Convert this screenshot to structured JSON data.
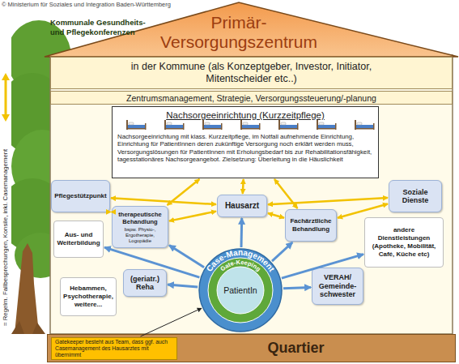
{
  "diagram": {
    "nodes": [
      {
        "text": [
          "Primär-Versorgungszentrum"
        ]
      },
      {
        "text": [
          "in der Kommune (als Konzeptgeber, Investor, Initiator, Mitentscheider etc..)"
        ],
        "in": 0
      },
      {
        "text": [
          "Zentrumsmanagement, Strategie, Versorgungssteuerung/-planung"
        ],
        "in": 0
      },
      {
        "text": [
          "Nachsorgeeinrichtung (Kurzzeitpflege)",
          "Nachsorgeeinrichtung mit klass. Kurzzeitpflege, im Notfall aufnehmende Einrichtung, Einrichtung für PatientInnen deren zukünftige Versorgung noch erklärt werden muss, Versorgungslösungen für PatientInnen mit Erholungsbedarf bis zur Rehabilitationsfähigkeit, tagesstationäres Nachsorgeangebot. Zielsetzung: Überleitung in die Häuslichkeit"
        ],
        "in": 0
      },
      {
        "text": [
          "Pflegestützpunkt"
        ],
        "in": 0
      },
      {
        "text": [
          "Soziale Dienste"
        ],
        "in": 0
      },
      {
        "text": [
          "Hausarzt"
        ],
        "in": 0
      },
      {
        "text": [
          "therapeutische Behandlung",
          "bspw. Physio-, Ergotherapie, Logopädie"
        ],
        "in": 0
      },
      {
        "text": [
          "Fachärztliche Behandlung"
        ],
        "in": 0
      },
      {
        "text": [
          "Aus- und Weiterbildung"
        ],
        "in": 0
      },
      {
        "text": [
          "andere Dienstleistungen (Apotheke, Mobilität, Café, Küche etc)"
        ],
        "in": 0
      },
      {
        "text": [
          "(geriatr.) Reha"
        ],
        "in": 0
      },
      {
        "text": [
          "PatientIn",
          "Case-Management",
          "Gate-Keeping"
        ],
        "in": 0
      },
      {
        "text": [
          "VERAH/ Gemeinde-schwester"
        ],
        "in": 0
      },
      {
        "text": [
          "Hebammen, Psychotherapie, weitere..."
        ],
        "in": 0
      },
      {
        "text": [
          "Quartier"
        ]
      },
      {
        "text": [
          "Gatekeeper besteht aus Team, dass ggf. auch Casemanagement des Hausarztes mit übernimmt"
        ],
        "in": 15
      }
    ],
    "edges": [
      {
        "from": 6,
        "to": 4,
        "arrow": "both"
      },
      {
        "from": 6,
        "to": 5,
        "arrow": "both"
      },
      {
        "from": 6,
        "to": 7,
        "arrow": "both"
      },
      {
        "from": 6,
        "to": 8,
        "arrow": "both"
      },
      {
        "from": 6,
        "to": 3,
        "arrow": "both"
      },
      {
        "from": 3,
        "to": 7,
        "arrow": "both"
      },
      {
        "from": 3,
        "to": 8,
        "arrow": "both"
      },
      {
        "from": 4,
        "to": 7,
        "arrow": "both"
      },
      {
        "from": 5,
        "to": 8,
        "arrow": "both"
      },
      {
        "from": 12,
        "to": 7,
        "arrow": "to"
      },
      {
        "from": 12,
        "to": 6,
        "arrow": "to"
      },
      {
        "from": 12,
        "to": 8,
        "arrow": "to"
      },
      {
        "from": 12,
        "to": 9,
        "arrow": "to"
      },
      {
        "from": 12,
        "to": 10,
        "arrow": "to"
      },
      {
        "from": 12,
        "to": 11,
        "arrow": "to"
      },
      {
        "from": 12,
        "to": 13,
        "arrow": "to"
      },
      {
        "from": 16,
        "to": 12,
        "arrow": "to"
      }
    ],
    "labels": [
      "© Ministerium für Soziales und Integration Baden-Württemberg",
      "Kommunale Gesundheits- und Pflegekonferenzen",
      "= Regelm. Fallbesprechungen, Konsile, inkl. Casemanagement"
    ]
  }
}
